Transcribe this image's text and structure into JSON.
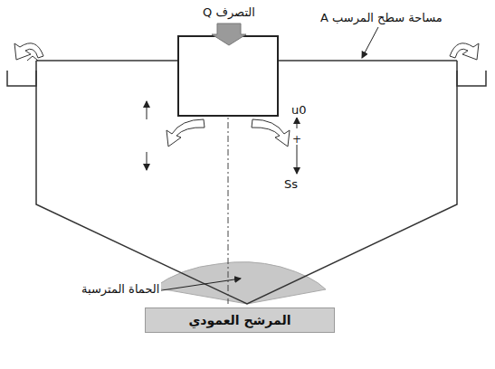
{
  "diagram": {
    "nodes": [
      {
        "text": [
          "المرشح العمودي"
        ]
      }
    ],
    "labels": [
      "التصرف Q",
      "مساحة سطح المرسب A",
      "u0",
      "Ss",
      "الحماة المترسبة"
    ]
  }
}
